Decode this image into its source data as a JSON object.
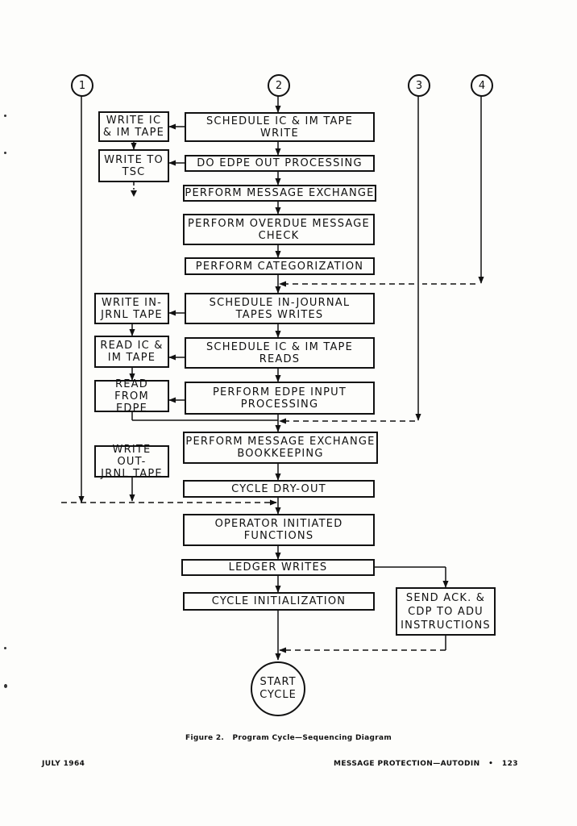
{
  "connectors": [
    "1",
    "2",
    "3",
    "4"
  ],
  "main": [
    "SCHEDULE IC & IM TAPE\nWRITE",
    "DO EDPE OUT PROCESSING",
    "PERFORM MESSAGE EXCHANGE",
    "PERFORM OVERDUE MESSAGE\nCHECK",
    "PERFORM CATEGORIZATION",
    "SCHEDULE IN-JOURNAL\nTAPES WRITES",
    "SCHEDULE IC & IM TAPE\nREADS",
    "PERFORM EDPE INPUT\nPROCESSING",
    "PERFORM MESSAGE EXCHANGE\nBOOKKEEPING",
    "CYCLE DRY-OUT",
    "OPERATOR INITIATED\nFUNCTIONS",
    "LEDGER WRITES",
    "CYCLE INITIALIZATION"
  ],
  "side": [
    "WRITE IC\n& IM TAPE",
    "WRITE TO\nTSC",
    "WRITE IN-\nJRNL TAPE",
    "READ IC &\nIM TAPE",
    "READ FROM\nEDPE",
    "WRITE OUT-\nJRNL TAPE"
  ],
  "send_box": "SEND ACK. &\nCDP TO ADU\nINSTRUCTIONS",
  "start": "START\nCYCLE",
  "caption": "Figure 2.   Program Cycle—Sequencing Diagram",
  "footer": {
    "left": "JULY 1964",
    "right": "MESSAGE PROTECTION—AUTODIN   •   123"
  }
}
